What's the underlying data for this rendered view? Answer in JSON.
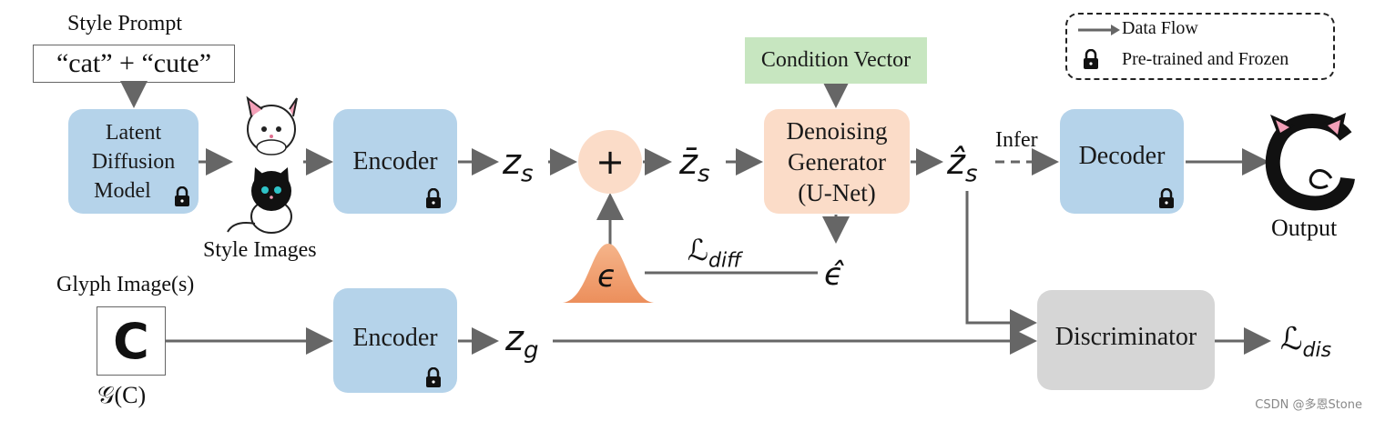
{
  "style_prompt": {
    "title": "Style Prompt",
    "text": "“cat” + “cute”"
  },
  "ldm": {
    "line1": "Latent",
    "line2": "Diffusion",
    "line3": "Model"
  },
  "style_images_label": "Style Images",
  "encoder_top": "Encoder",
  "encoder_bottom": "Encoder",
  "glyph": {
    "title": "Glyph Image(s)",
    "letter": "C",
    "caption": "𝒢(C)"
  },
  "symbols": {
    "z_s": "z",
    "z_s_sub": "s",
    "plus": "+",
    "z_s_bar": "z̄",
    "z_s_bar_sub": "s",
    "z_s_hat": "ẑ",
    "z_s_hat_sub": "s",
    "epsilon": "ϵ",
    "epsilon_hat": "ϵ̂",
    "l_diff": "ℒ",
    "l_diff_sub": "diff",
    "z_g": "z",
    "z_g_sub": "g",
    "l_dis": "ℒ",
    "l_dis_sub": "dis"
  },
  "condition_vector": "Condition Vector",
  "denoiser": {
    "line1": "Denoising",
    "line2": "Generator",
    "line3": "(U-Net)"
  },
  "infer_label": "Infer",
  "decoder": "Decoder",
  "output_label": "Output",
  "discriminator": "Discriminator",
  "legend": {
    "data_flow": "Data Flow",
    "frozen": "Pre-trained and Frozen"
  },
  "watermark": "CSDN @多恩Stone",
  "colors": {
    "module_blue": "#b5d3ea",
    "denoiser_peach": "#fbdcc8",
    "condition_green": "#c7e6c0",
    "discriminator_gray": "#d6d6d6",
    "noise_orange": "#f0a070",
    "arrow": "#666666"
  }
}
